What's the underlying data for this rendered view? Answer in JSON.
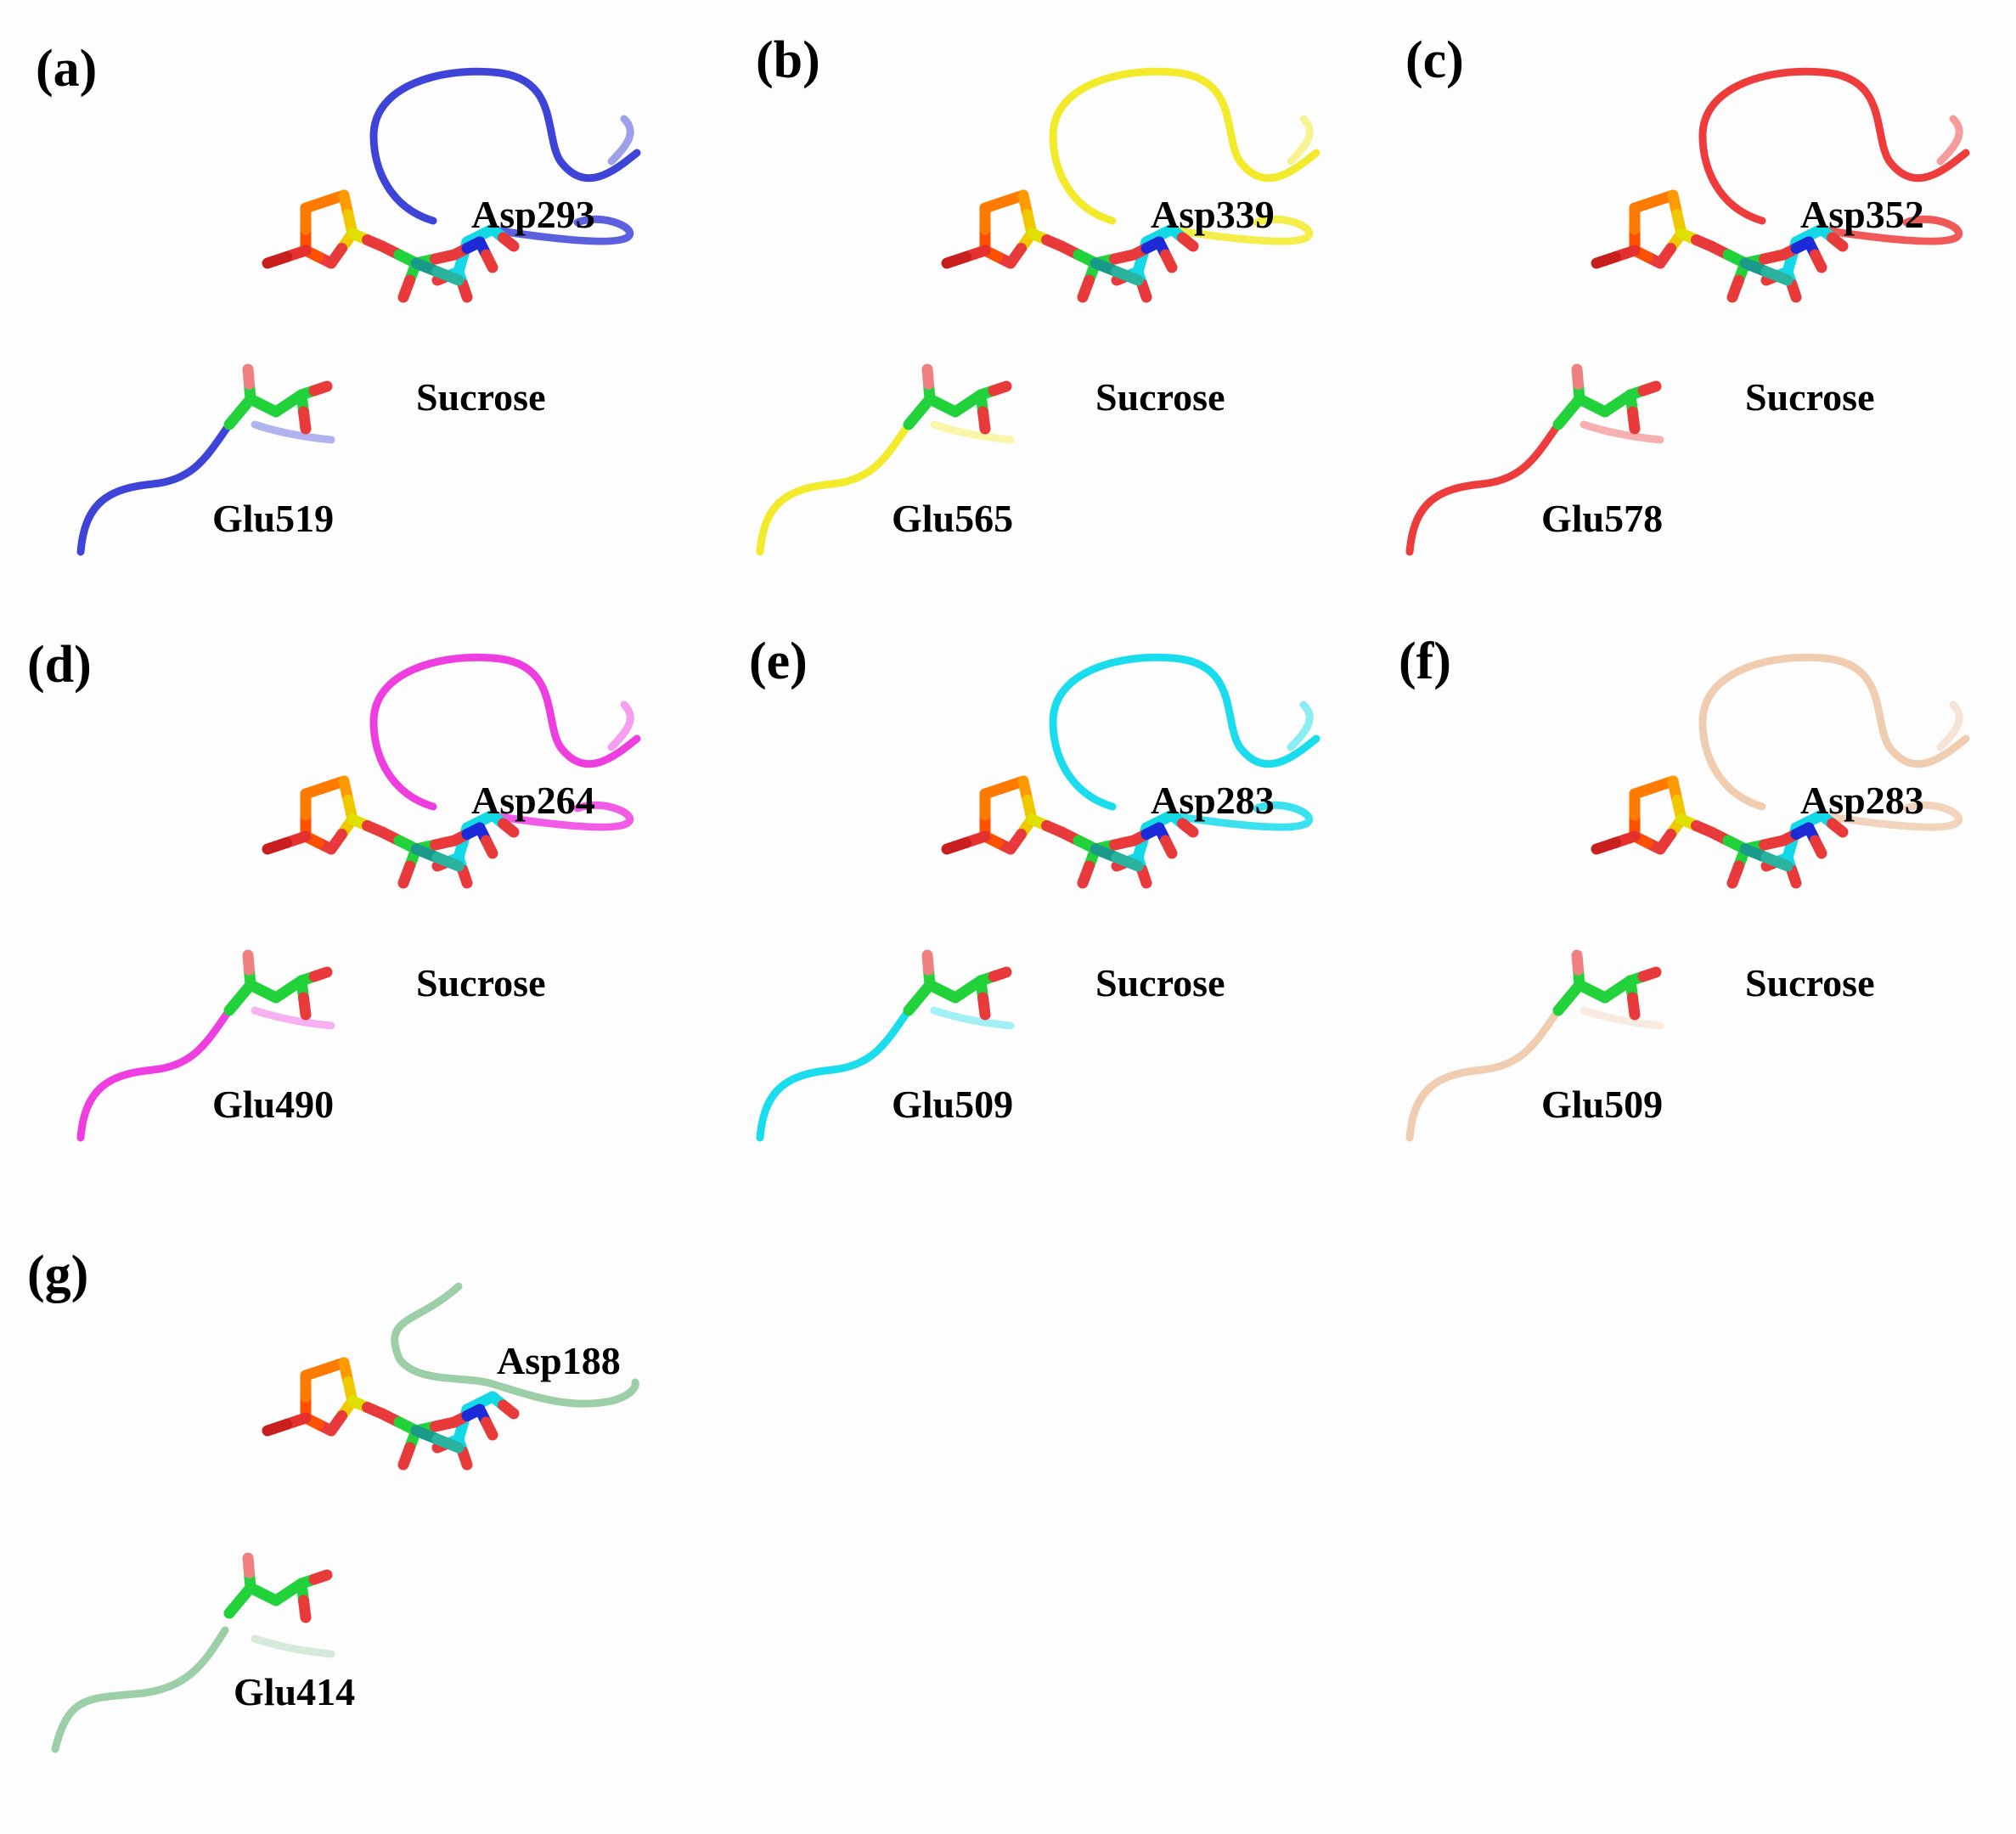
{
  "panels": [
    {
      "id": "a",
      "label": "(a)",
      "asp": "Asp293",
      "sugar": "Sucrose",
      "glu": "Glu519",
      "loop_color": "#3f44d8"
    },
    {
      "id": "b",
      "label": "(b)",
      "asp": "Asp339",
      "sugar": "Sucrose",
      "glu": "Glu565",
      "loop_color": "#f2ea2a"
    },
    {
      "id": "c",
      "label": "(c)",
      "asp": "Asp352",
      "sugar": "Sucrose",
      "glu": "Glu578",
      "loop_color": "#ee3b3b"
    },
    {
      "id": "d",
      "label": "(d)",
      "asp": "Asp264",
      "sugar": "Sucrose",
      "glu": "Glu490",
      "loop_color": "#ee3ee0"
    },
    {
      "id": "e",
      "label": "(e)",
      "asp": "Asp283",
      "sugar": "Sucrose",
      "glu": "Glu509",
      "loop_color": "#19dcec"
    },
    {
      "id": "f",
      "label": "(f)",
      "asp": "Asp283",
      "sugar": "Sucrose",
      "glu": "Glu509",
      "loop_color": "#f0cdb0"
    },
    {
      "id": "g",
      "label": "(g)",
      "asp": "Asp188",
      "sugar": "",
      "glu": "Glu414",
      "loop_color": "#9ccea8"
    }
  ]
}
